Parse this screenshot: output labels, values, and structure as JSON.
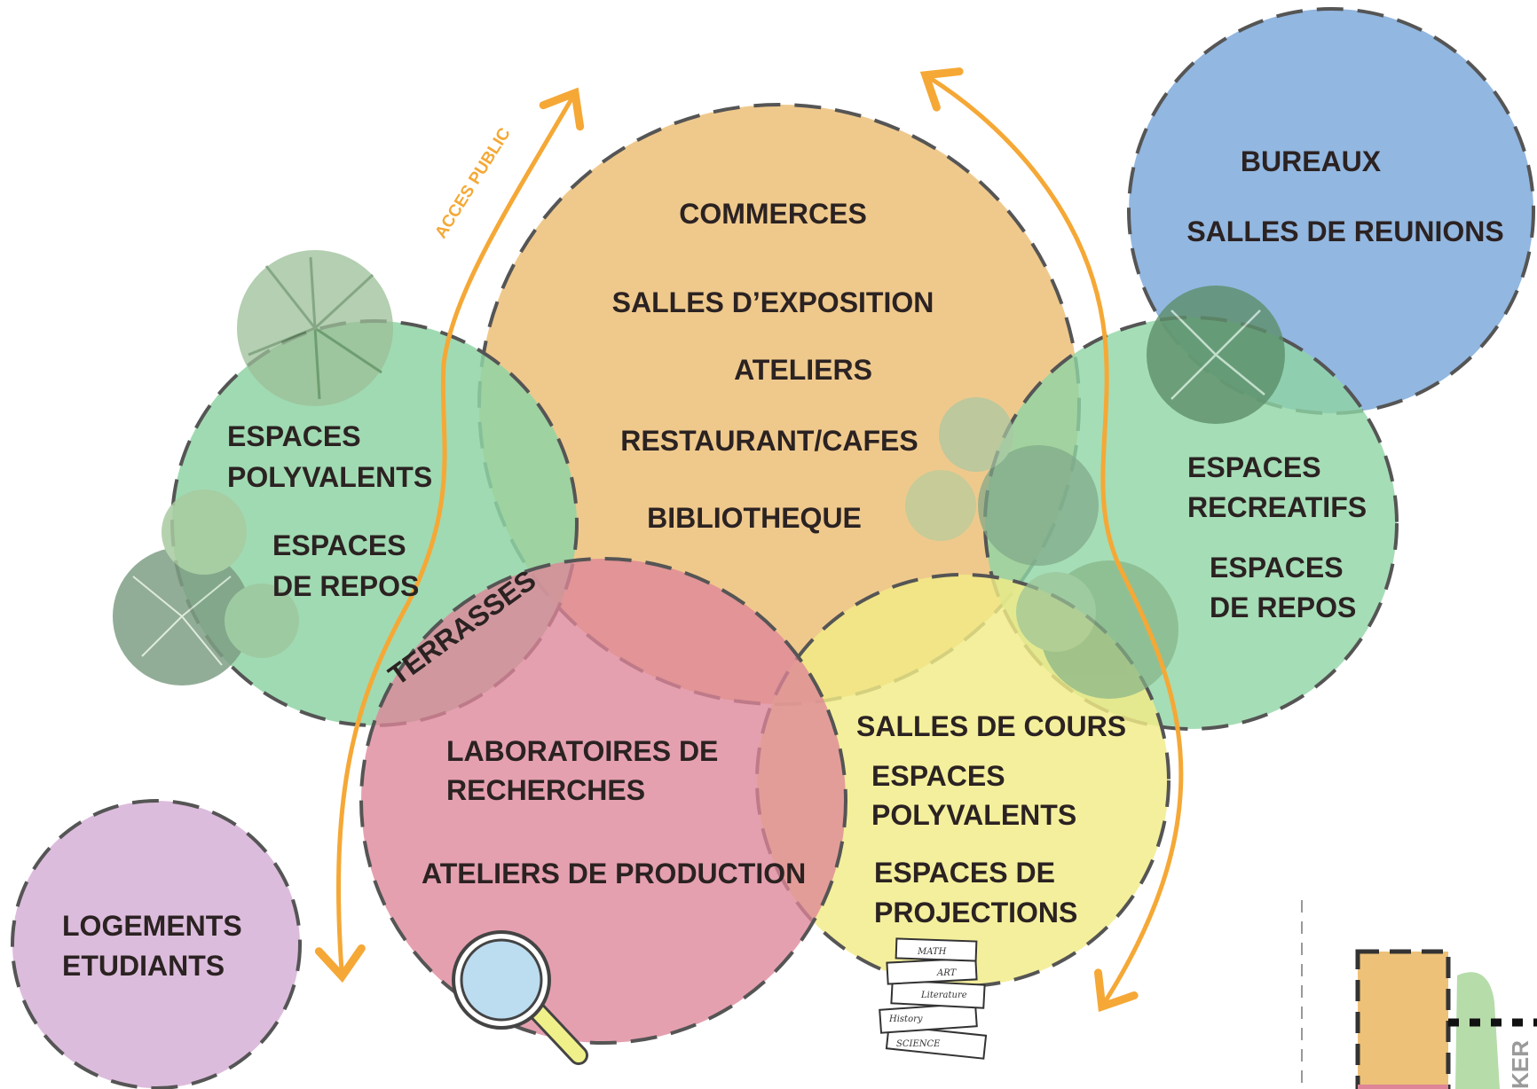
{
  "colors": {
    "orange_zone": "#efc98c",
    "green_zone": "#8fd4a4",
    "blue_zone": "#7faadb",
    "red_zone": "#de8598",
    "yellow_zone": "#f2ec86",
    "purple_zone": "#dcbcdc",
    "arrow": "#f5a836",
    "stroke": "#555555"
  },
  "zones": {
    "central": {
      "commerces": "COMMERCES",
      "expo": "SALLES D’EXPOSITION",
      "ateliers": "ATELIERS",
      "resto": "RESTAURANT/CAFES",
      "biblio": "BIBLIOTHEQUE"
    },
    "office": {
      "bureaux": "BUREAUX",
      "reunions": "SALLES DE REUNIONS"
    },
    "left_green": {
      "poly_1": "ESPACES",
      "poly_2": "POLYVALENTS",
      "repos_1": "ESPACES",
      "repos_2": "DE REPOS"
    },
    "right_green": {
      "recre_1": "ESPACES",
      "recre_2": "RECREATIFS",
      "repos_1": "ESPACES",
      "repos_2": "DE REPOS"
    },
    "research": {
      "labo_1": "LABORATOIRES DE",
      "labo_2": "RECHERCHES",
      "prod": "ATELIERS DE PRODUCTION"
    },
    "teaching": {
      "cours": "SALLES DE COURS",
      "poly_1": "ESPACES",
      "poly_2": "POLYVALENTS",
      "proj_1": "ESPACES DE",
      "proj_2": "PROJECTIONS"
    },
    "housing": {
      "line1": "LOGEMENTS",
      "line2": "ETUDIANTS"
    }
  },
  "terrasses": "TERRASSES",
  "acces_public": "ACCES PUBLIC",
  "books": [
    "MATH",
    "ART",
    "Literature",
    "History",
    "SCIENCE"
  ],
  "partial_vertical_text": "KER"
}
